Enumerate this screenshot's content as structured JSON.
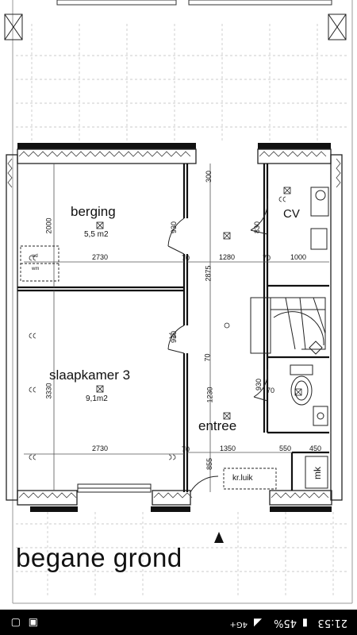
{
  "rooms": {
    "berging": {
      "name": "berging",
      "area": "5,5 m2"
    },
    "slaapkamer": {
      "name": "slaapkamer 3",
      "area": "9,1m2"
    },
    "cv": {
      "name": "CV"
    },
    "entree": {
      "name": "entree"
    }
  },
  "dimensions": {
    "d2000": "2000",
    "d2730_top": "2730",
    "d2730_bottom": "2730",
    "d3330": "3330",
    "d930_a": "930",
    "d930_b": "930",
    "d930_c": "930",
    "d300": "300",
    "d830": "830",
    "d2875": "2875",
    "d1280": "1280",
    "d1000": "1000",
    "d70_a": "70",
    "d70_b": "70",
    "d70_c": "70",
    "d70_d": "70",
    "d70_e": "70",
    "d1230": "1230",
    "d855": "855",
    "d1350": "1350",
    "d550": "550",
    "d450": "450"
  },
  "annotations": {
    "kr_luik": "kr.luik",
    "mk": "mk",
    "wd": "wd",
    "wm": "wm"
  },
  "title": "begane grond",
  "status_bar": {
    "time": "21:53",
    "battery": "45%",
    "network": "4G+"
  }
}
